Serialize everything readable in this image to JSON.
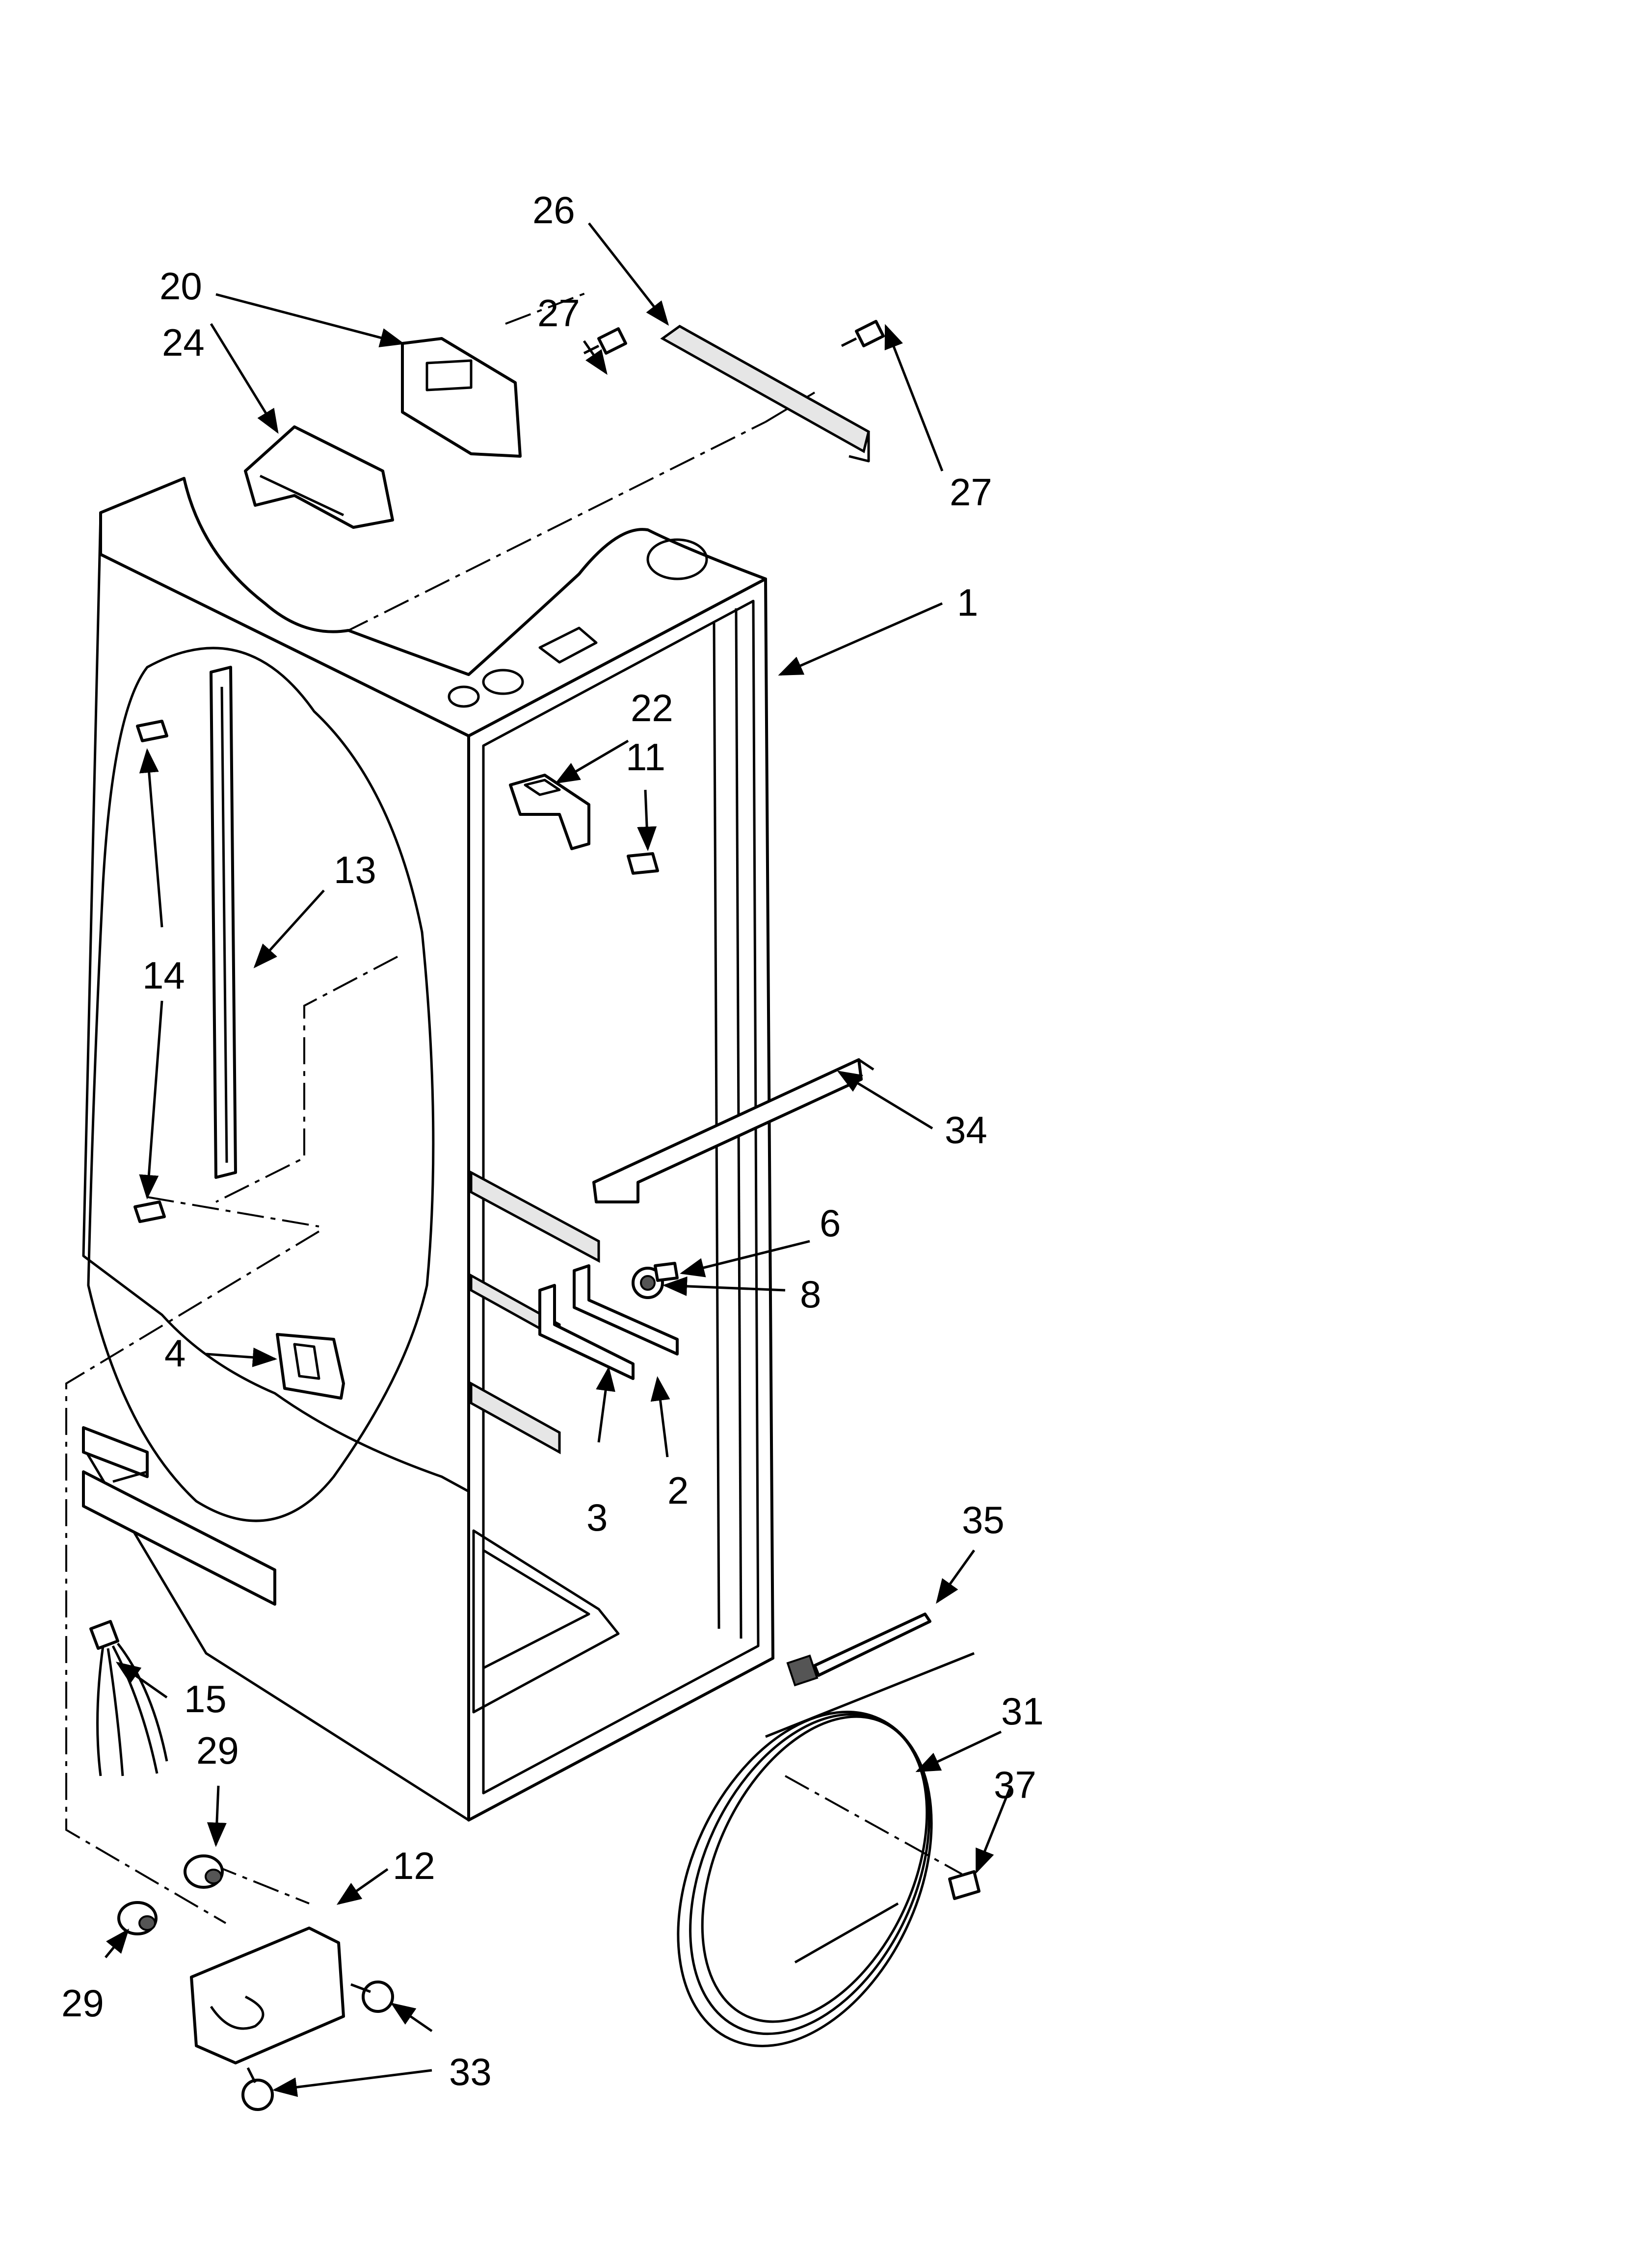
{
  "callouts": [
    {
      "id": "1",
      "label": "1"
    },
    {
      "id": "2",
      "label": "2"
    },
    {
      "id": "3",
      "label": "3"
    },
    {
      "id": "4",
      "label": "4"
    },
    {
      "id": "6",
      "label": "6"
    },
    {
      "id": "8",
      "label": "8"
    },
    {
      "id": "11",
      "label": "11"
    },
    {
      "id": "12",
      "label": "12"
    },
    {
      "id": "13",
      "label": "13"
    },
    {
      "id": "14",
      "label": "14"
    },
    {
      "id": "15",
      "label": "15"
    },
    {
      "id": "20",
      "label": "20"
    },
    {
      "id": "22",
      "label": "22"
    },
    {
      "id": "24",
      "label": "24"
    },
    {
      "id": "26",
      "label": "26"
    },
    {
      "id": "27a",
      "label": "27"
    },
    {
      "id": "27b",
      "label": "27"
    },
    {
      "id": "29a",
      "label": "29"
    },
    {
      "id": "29b",
      "label": "29"
    },
    {
      "id": "31",
      "label": "31"
    },
    {
      "id": "33",
      "label": "33"
    },
    {
      "id": "34",
      "label": "34"
    },
    {
      "id": "35",
      "label": "35"
    },
    {
      "id": "37",
      "label": "37"
    }
  ]
}
